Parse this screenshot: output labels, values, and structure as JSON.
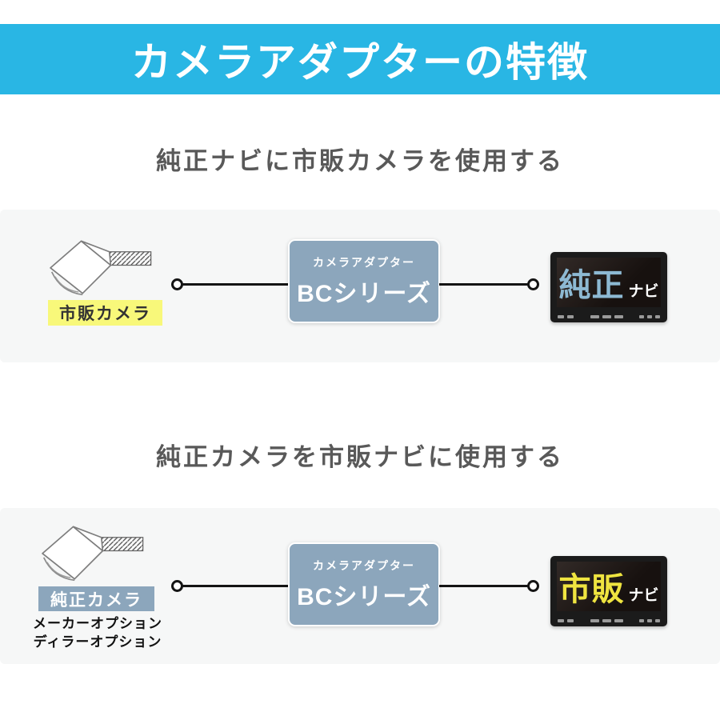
{
  "header": {
    "title": "カメラアダプターの特徴",
    "bg_color": "#29b6e4",
    "text_color": "#ffffff"
  },
  "sections": [
    {
      "heading": "純正ナビに市販カメラを使用する",
      "camera_label": "市販カメラ",
      "camera_label_bg": "#f8f87a",
      "adapter_subtitle": "カメラアダプター",
      "adapter_title": "BCシリーズ",
      "navi_main": "純正",
      "navi_sub": "ナビ",
      "navi_main_color": "#8db9d3"
    },
    {
      "heading": "純正カメラを市販ナビに使用する",
      "camera_label": "純正カメラ",
      "camera_label_bg": "#8ca6bc",
      "adapter_subtitle": "カメラアダプター",
      "adapter_title": "BCシリーズ",
      "navi_main": "市販",
      "navi_sub": "ナビ",
      "navi_main_color": "#efe440",
      "notes": [
        "メーカーオプション",
        "ディラーオプション"
      ]
    }
  ],
  "colors": {
    "section_band": "#f6f7f7",
    "adapter_box": "#8ca6bc",
    "heading_text": "#595959",
    "monitor_body": "#1b1b1b",
    "wire": "#141414"
  }
}
